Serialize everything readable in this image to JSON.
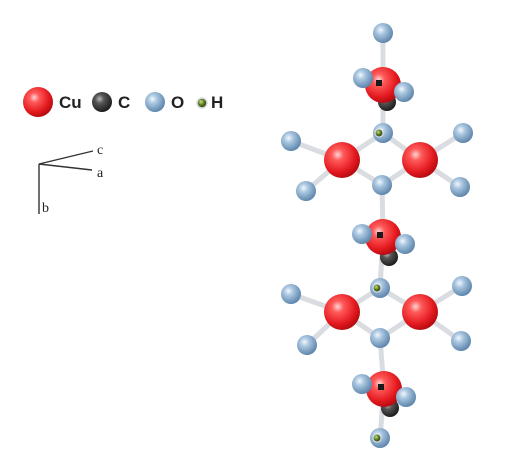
{
  "legend": {
    "items": [
      {
        "label": "Cu",
        "element": "Cu"
      },
      {
        "label": "C",
        "element": "C"
      },
      {
        "label": "O",
        "element": "O"
      },
      {
        "label": "H",
        "element": "H"
      }
    ]
  },
  "axes": {
    "labels": {
      "c": "c",
      "a": "a",
      "b": "b"
    }
  },
  "colors": {
    "Cu": "#e8242a",
    "C": "#3d3d3d",
    "O": "#7fa8cc",
    "H": "#4a6a1f",
    "bond": "#d9dce0"
  }
}
